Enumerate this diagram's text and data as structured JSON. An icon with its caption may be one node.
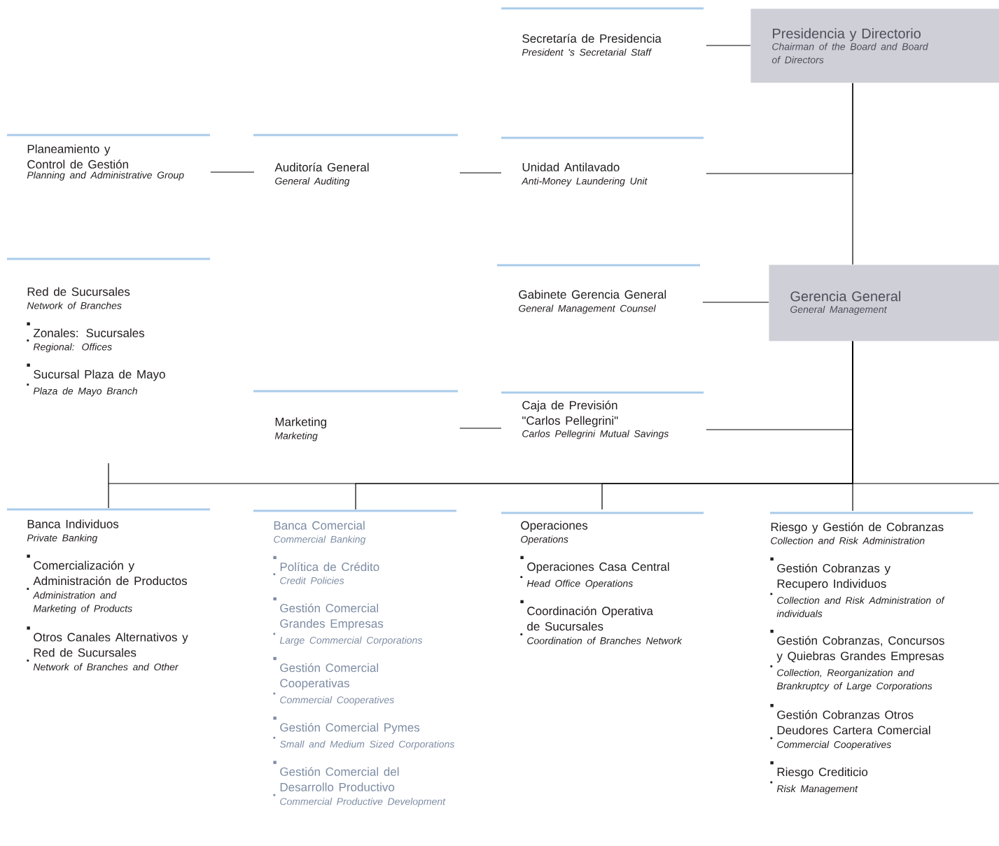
{
  "diagram": {
    "nodes": [
      {
        "text": [
          "Presidencia y Directorio",
          "Chairman of the Board and Board of Directors"
        ]
      },
      {
        "text": [
          "Secretaría de Presidencia",
          "President 's Secretarial Staff"
        ]
      },
      {
        "text": [
          "Planeamiento y Control de Gestión",
          "Planning and Administrative Group"
        ]
      },
      {
        "text": [
          "Auditoría General",
          "General Auditing"
        ]
      },
      {
        "text": [
          "Unidad Antilavado",
          "Anti-Money Laundering Unit"
        ]
      },
      {
        "text": [
          "Red de Sucursales",
          "Network of Branches",
          "Zonales: Sucursales",
          "Regional: Offices",
          "Sucursal Plaza de Mayo",
          "Plaza de Mayo Branch"
        ]
      },
      {
        "text": [
          "Gabinete Gerencia General",
          "General Management Counsel"
        ]
      },
      {
        "text": [
          "Gerencia General",
          "General Management"
        ]
      },
      {
        "text": [
          "Marketing",
          "Marketing"
        ]
      },
      {
        "text": [
          "Caja de Previsión \"Carlos Pellegrini\"",
          "Carlos Pellegrini Mutual Savings"
        ]
      },
      {
        "text": [
          "Banca Individuos",
          "Private Banking",
          "Comercialización y Administración de Productos",
          "Administration and Marketing of Products",
          "Otros Canales Alternativos y Red de Sucursales",
          "Network of Branches and Other"
        ]
      },
      {
        "text": [
          "Banca Comercial",
          "Commercial Banking",
          "Política de Crédito",
          "Credit Policies",
          "Gestión Comercial Grandes Empresas",
          "Large Commercial Corporations",
          "Gestión Comercial Cooperativas",
          "Commercial Cooperatives",
          "Gestión Comercial Pymes",
          "Small and Medium Sized Corporations",
          "Gestión Comercial del Desarrollo Productivo",
          "Commercial Productive Development"
        ]
      },
      {
        "text": [
          "Operaciones",
          "Operations",
          "Operaciones Casa Central",
          "Head Office Operations",
          "Coordinación Operativa de Sucursales",
          "Coordination of Branches Network"
        ]
      },
      {
        "text": [
          "Riesgo y Gestión de Cobranzas",
          "Collection and Risk Administration",
          "Gestión Cobranzas y Recupero Individuos",
          "Collection and Risk Administration of individuals",
          "Gestión Cobranzas, Concursos y Quiebras Grandes Empresas",
          "Collection, Reorganization and Brankruptcy of Large Corporations",
          "Gestión Cobranzas Otros Deudores Cartera Comercial",
          "Commercial Cooperatives",
          "Riesgo Crediticio",
          "Risk Management"
        ]
      }
    ],
    "edges": [
      {
        "from": 1,
        "to": 0,
        "arrow": "none"
      },
      {
        "from": 2,
        "to": 3,
        "arrow": "none"
      },
      {
        "from": 3,
        "to": 4,
        "arrow": "none"
      },
      {
        "from": 4,
        "to": 0,
        "arrow": "none"
      },
      {
        "from": 0,
        "to": 7,
        "arrow": "none"
      },
      {
        "from": 6,
        "to": 7,
        "arrow": "none"
      },
      {
        "from": 8,
        "to": 9,
        "arrow": "none"
      },
      {
        "from": 9,
        "to": 7,
        "arrow": "none"
      },
      {
        "from": 7,
        "to": 10,
        "arrow": "none"
      },
      {
        "from": 7,
        "to": 11,
        "arrow": "none"
      },
      {
        "from": 7,
        "to": 12,
        "arrow": "none"
      },
      {
        "from": 7,
        "to": 13,
        "arrow": "none"
      }
    ]
  }
}
